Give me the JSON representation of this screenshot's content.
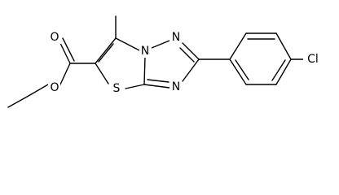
{
  "molecule": {
    "atoms": {
      "o_carbonyl": "O",
      "o_ester": "O",
      "s_ring": "S",
      "n_bridge": "N",
      "n_top": "N",
      "n_bottom": "N",
      "cl": "Cl"
    }
  }
}
